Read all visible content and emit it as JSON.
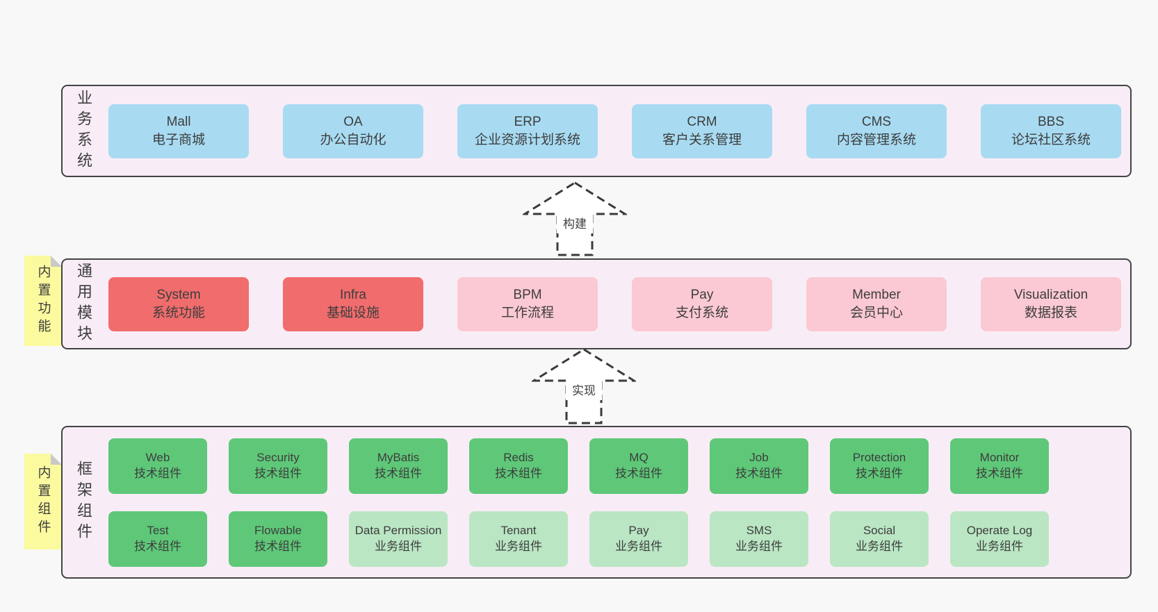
{
  "diagram": {
    "colors": {
      "background": "#f8f8f8",
      "panel_bg": "#f8edf6",
      "panel_border": "#434343",
      "text": "#3d3d3d",
      "blue": "#a8dbf2",
      "red": "#f16c6c",
      "pink": "#fbc9d3",
      "green": "#5ec878",
      "light_green": "#bae6c3",
      "sticky_yellow": "#fbfa9e",
      "sticky_fold": "#c9c9c9",
      "arrow_stroke": "#3a3a3a"
    },
    "arrows": [
      {
        "label": "构建"
      },
      {
        "label": "实现"
      }
    ],
    "layers": [
      {
        "label": "业务系统",
        "boxes": [
          {
            "title": "Mall",
            "subtitle": "电子商城",
            "type": "blue"
          },
          {
            "title": "OA",
            "subtitle": "办公自动化",
            "type": "blue"
          },
          {
            "title": "ERP",
            "subtitle": "企业资源计划系统",
            "type": "blue"
          },
          {
            "title": "CRM",
            "subtitle": "客户关系管理",
            "type": "blue"
          },
          {
            "title": "CMS",
            "subtitle": "内容管理系统",
            "type": "blue"
          },
          {
            "title": "BBS",
            "subtitle": "论坛社区系统",
            "type": "blue"
          }
        ]
      },
      {
        "label": "通用模块",
        "sticky": "内置功能",
        "boxes": [
          {
            "title": "System",
            "subtitle": "系统功能",
            "type": "red"
          },
          {
            "title": "Infra",
            "subtitle": "基础设施",
            "type": "red"
          },
          {
            "title": "BPM",
            "subtitle": "工作流程",
            "type": "pink"
          },
          {
            "title": "Pay",
            "subtitle": "支付系统",
            "type": "pink"
          },
          {
            "title": "Member",
            "subtitle": "会员中心",
            "type": "pink"
          },
          {
            "title": "Visualization",
            "subtitle": "数据报表",
            "type": "pink"
          }
        ]
      },
      {
        "label": "框架组件",
        "sticky": "内置组件",
        "rows": [
          [
            {
              "title": "Web",
              "subtitle": "技术组件",
              "type": "green"
            },
            {
              "title": "Security",
              "subtitle": "技术组件",
              "type": "green"
            },
            {
              "title": "MyBatis",
              "subtitle": "技术组件",
              "type": "green"
            },
            {
              "title": "Redis",
              "subtitle": "技术组件",
              "type": "green"
            },
            {
              "title": "MQ",
              "subtitle": "技术组件",
              "type": "green"
            },
            {
              "title": "Job",
              "subtitle": "技术组件",
              "type": "green"
            },
            {
              "title": "Protection",
              "subtitle": "技术组件",
              "type": "green"
            },
            {
              "title": "Monitor",
              "subtitle": "技术组件",
              "type": "green"
            }
          ],
          [
            {
              "title": "Test",
              "subtitle": "技术组件",
              "type": "green"
            },
            {
              "title": "Flowable",
              "subtitle": "技术组件",
              "type": "green"
            },
            {
              "title": "Data Permission",
              "subtitle": "业务组件",
              "type": "light_green"
            },
            {
              "title": "Tenant",
              "subtitle": "业务组件",
              "type": "light_green"
            },
            {
              "title": "Pay",
              "subtitle": "业务组件",
              "type": "light_green"
            },
            {
              "title": "SMS",
              "subtitle": "业务组件",
              "type": "light_green"
            },
            {
              "title": "Social",
              "subtitle": "业务组件",
              "type": "light_green"
            },
            {
              "title": "Operate Log",
              "subtitle": "业务组件",
              "type": "light_green"
            }
          ]
        ]
      }
    ]
  }
}
